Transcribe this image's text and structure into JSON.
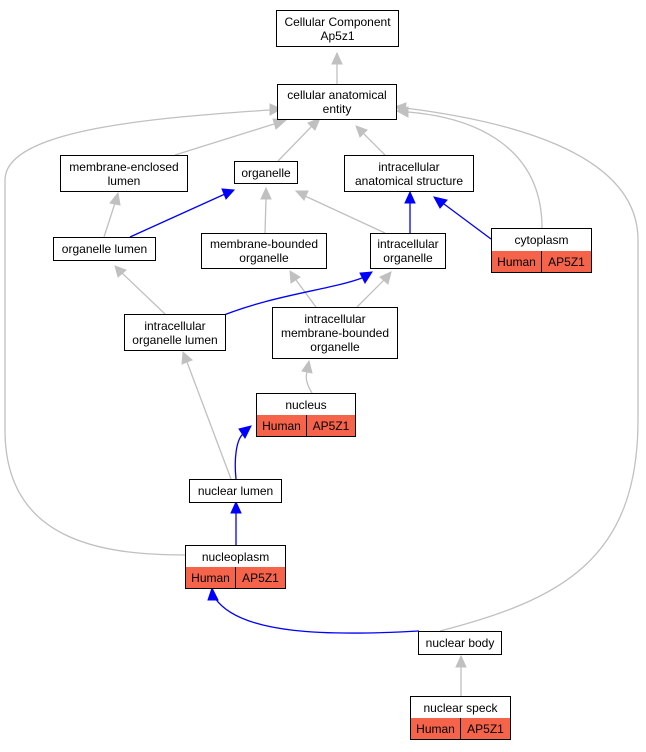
{
  "colors": {
    "gray_edge": "#c0c0c0",
    "blue_edge": "#0000ff",
    "annotation_fill": "#f4634a"
  },
  "nodes": {
    "root": "Cellular Component\nAp5z1",
    "cae": "cellular anatomical\nentity",
    "mel": "membrane-enclosed\nlumen",
    "organelle": "organelle",
    "ias": "intracellular\nanatomical structure",
    "orgl": "organelle lumen",
    "mbo": "membrane-bounded\norganelle",
    "io": "intracellular\norganelle",
    "cyto": "cytoplasm",
    "iol": "intracellular\norganelle lumen",
    "imbo": "intracellular\nmembrane-bounded\norganelle",
    "nucleus": "nucleus",
    "nl": "nuclear lumen",
    "np": "nucleoplasm",
    "nb": "nuclear body",
    "ns": "nuclear speck"
  },
  "annotations": {
    "cyto": {
      "species": "Human",
      "gene": "AP5Z1"
    },
    "nucleus": {
      "species": "Human",
      "gene": "AP5Z1"
    },
    "np": {
      "species": "Human",
      "gene": "AP5Z1"
    },
    "ns": {
      "species": "Human",
      "gene": "AP5Z1"
    }
  }
}
